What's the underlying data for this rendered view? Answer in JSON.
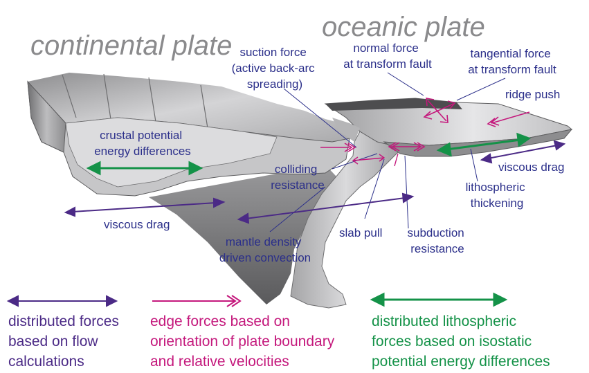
{
  "titles": {
    "continental": "continental plate",
    "oceanic": "oceanic plate"
  },
  "labels": {
    "suction": [
      "suction force",
      "(active back-arc",
      "spreading)"
    ],
    "normal": [
      "normal force",
      "at transform fault"
    ],
    "tangential": [
      "tangential force",
      "at transform fault"
    ],
    "ridge_push": "ridge push",
    "crustal": [
      "crustal potential",
      "energy differences"
    ],
    "colliding": [
      "colliding",
      "resistance"
    ],
    "viscous_drag_right": "viscous drag",
    "viscous_drag_left": "viscous drag",
    "lithospheric": [
      "lithospheric",
      "thickening"
    ],
    "slab_pull": "slab pull",
    "subduction": [
      "subduction",
      "resistance"
    ],
    "mantle": [
      "mantle density",
      "driven convection"
    ]
  },
  "legend": {
    "purple": [
      "distributed forces",
      "based on flow",
      "calculations"
    ],
    "magenta": [
      "edge forces based on",
      "orientation of plate boundary",
      "and relative velocities"
    ],
    "green": [
      "distributed lithospheric",
      "forces based on isostatic",
      "potential energy differences"
    ]
  },
  "colors": {
    "purple": "#4b2a86",
    "magenta": "#c4187c",
    "green": "#149248",
    "label_text": "#2b2f8a",
    "title_text": "#8a8a8c"
  }
}
